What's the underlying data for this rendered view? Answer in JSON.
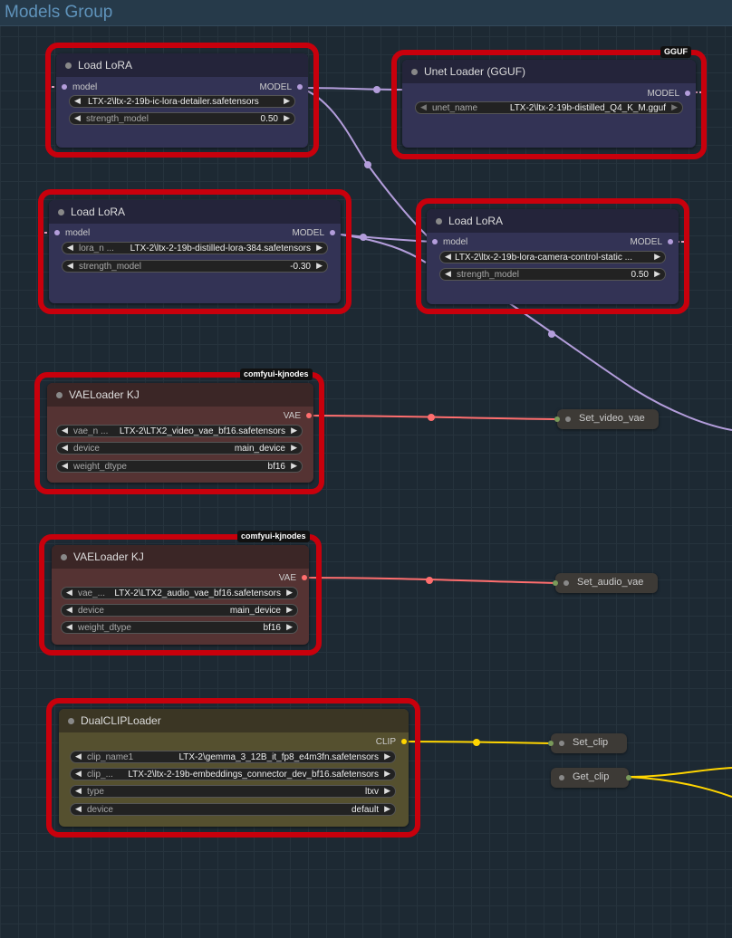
{
  "group": {
    "title": "Models Group"
  },
  "nodes": {
    "lora1": {
      "title": "Load LoRA",
      "input": "model",
      "output": "MODEL",
      "lora": "LTX-2\\ltx-2-19b-ic-lora-detailer.safetensors",
      "strength_label": "strength_model",
      "strength": "0.50"
    },
    "unet": {
      "title": "Unet Loader (GGUF)",
      "badge": "GGUF",
      "output": "MODEL",
      "name_label": "unet_name",
      "name": "LTX-2\\ltx-2-19b-distilled_Q4_K_M.gguf"
    },
    "lora2": {
      "title": "Load LoRA",
      "input": "model",
      "output": "MODEL",
      "lora_label": "lora_n ...",
      "lora": "LTX-2\\ltx-2-19b-distilled-lora-384.safetensors",
      "strength_label": "strength_model",
      "strength": "-0.30"
    },
    "lora3": {
      "title": "Load LoRA",
      "input": "model",
      "output": "MODEL",
      "lora": "LTX-2\\ltx-2-19b-lora-camera-control-static ...",
      "strength_label": "strength_model",
      "strength": "0.50"
    },
    "vae1": {
      "title": "VAELoader KJ",
      "badge": "comfyui-kjnodes",
      "output": "VAE",
      "vae_label": "vae_n ...",
      "vae": "LTX-2\\LTX2_video_vae_bf16.safetensors",
      "device_label": "device",
      "device": "main_device",
      "dtype_label": "weight_dtype",
      "dtype": "bf16"
    },
    "vae2": {
      "title": "VAELoader KJ",
      "badge": "comfyui-kjnodes",
      "output": "VAE",
      "vae_label": "vae_...",
      "vae": "LTX-2\\LTX2_audio_vae_bf16.safetensors",
      "device_label": "device",
      "device": "main_device",
      "dtype_label": "weight_dtype",
      "dtype": "bf16"
    },
    "clip": {
      "title": "DualCLIPLoader",
      "output": "CLIP",
      "clip1_label": "clip_name1",
      "clip1": "LTX-2\\gemma_3_12B_it_fp8_e4m3fn.safetensors",
      "clip2_label": "clip_...",
      "clip2": "LTX-2\\ltx-2-19b-embeddings_connector_dev_bf16.safetensors",
      "type_label": "type",
      "type": "ltxv",
      "device_label": "device",
      "device": "default"
    },
    "set_video_vae": {
      "title": "Set_video_vae"
    },
    "set_audio_vae": {
      "title": "Set_audio_vae"
    },
    "set_clip": {
      "title": "Set_clip"
    },
    "get_clip": {
      "title": "Get_clip"
    }
  },
  "colors": {
    "highlight": "#c8000c",
    "model_wire": "#b39ddb",
    "vae_wire": "#ff6e6e",
    "clip_wire": "#ffd500"
  }
}
